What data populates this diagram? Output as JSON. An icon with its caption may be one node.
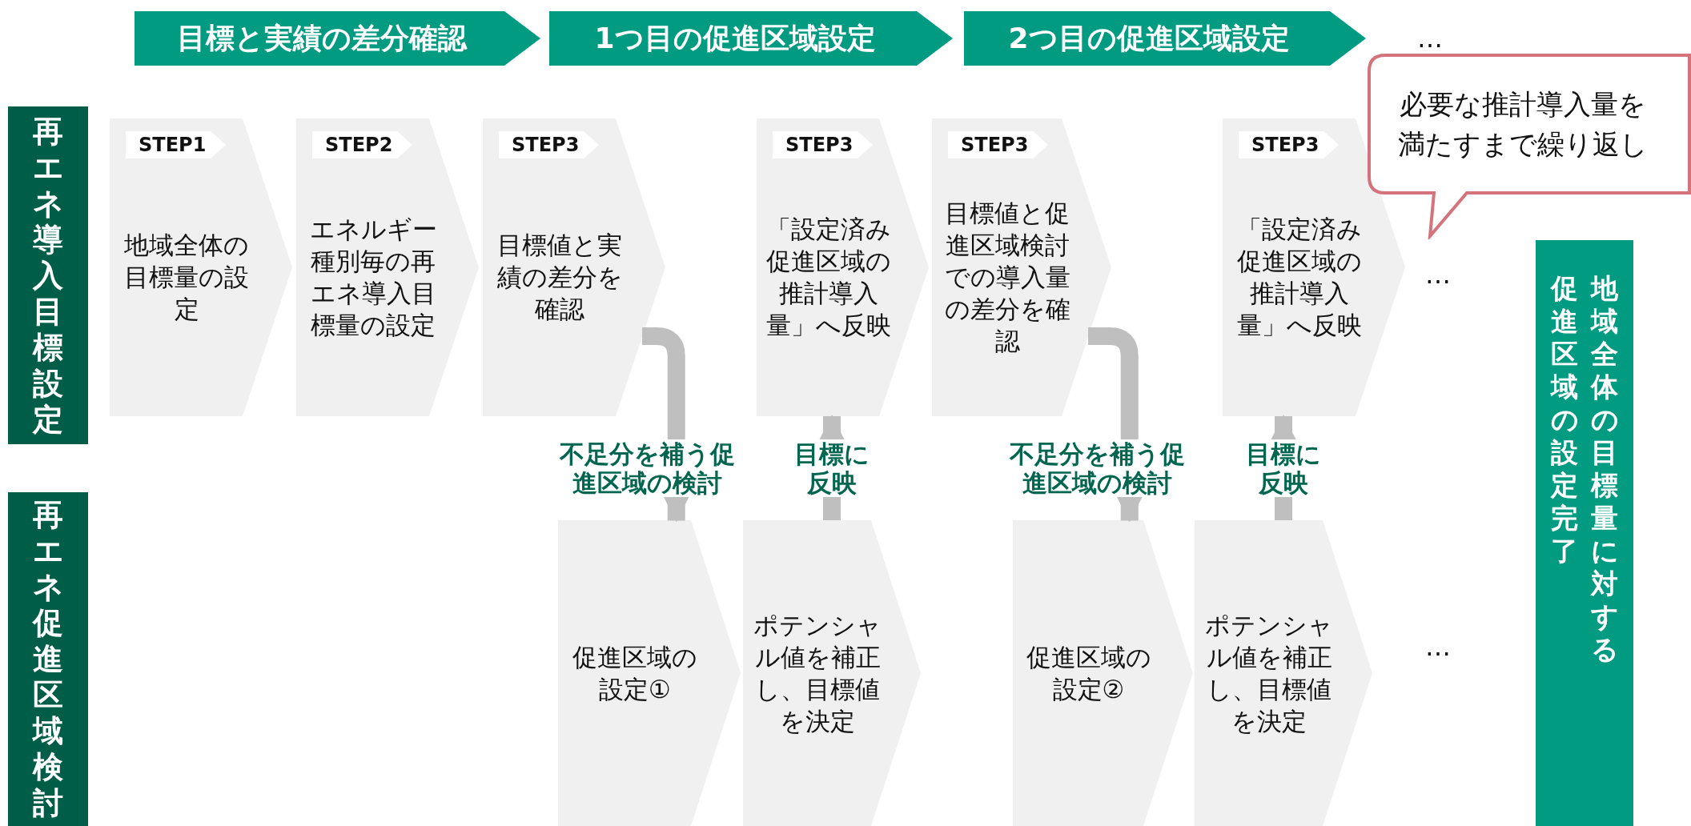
{
  "diagram": {
    "nodes": [
      {
        "text": [
          "目標と実績の差分確認"
        ]
      },
      {
        "text": [
          "1つ目の促進区域設定"
        ]
      },
      {
        "text": [
          "2つ目の促進区域設定"
        ]
      },
      {
        "text": [
          "再エネ導入目標設定"
        ]
      },
      {
        "text": [
          "再エネ促進区域検討"
        ]
      },
      {
        "text": [
          "STEP1",
          "地域全体の目標量の設定"
        ]
      },
      {
        "text": [
          "STEP2",
          "エネルギー種別毎の再エネ導入目標量の設定"
        ]
      },
      {
        "text": [
          "STEP3",
          "目標値と実績の差分を確認"
        ]
      },
      {
        "text": [
          "STEP3",
          "「設定済み促進区域の推計導入量」へ反映"
        ]
      },
      {
        "text": [
          "STEP3",
          "目標値と促進区域検討での導入量の差分を確認"
        ]
      },
      {
        "text": [
          "STEP3",
          "「設定済み促進区域の推計導入量」へ反映"
        ]
      },
      {
        "text": [
          "促進区域の設定①"
        ]
      },
      {
        "text": [
          "ポテンシャル値を補正し、目標値を決定"
        ]
      },
      {
        "text": [
          "促進区域の設定②"
        ]
      },
      {
        "text": [
          "ポテンシャル値を補正し、目標値を決定"
        ]
      },
      {
        "text": [
          "地域全体の目標量に対する促進区域の設定完了"
        ]
      },
      {
        "text": [
          "必要な推計導入量を満たすまで繰り返し"
        ]
      }
    ],
    "edges": [
      {
        "from": 7,
        "to": 11,
        "arrow": "to",
        "label": "不足分を補う促進区域の検討"
      },
      {
        "from": 12,
        "to": 8,
        "arrow": "to",
        "label": "目標に反映"
      },
      {
        "from": 9,
        "to": 13,
        "arrow": "to",
        "label": "不足分を補う促進区域の検討"
      },
      {
        "from": 14,
        "to": 10,
        "arrow": "to",
        "label": "目標に反映"
      }
    ],
    "labels": [
      "…",
      "…",
      "…"
    ]
  }
}
